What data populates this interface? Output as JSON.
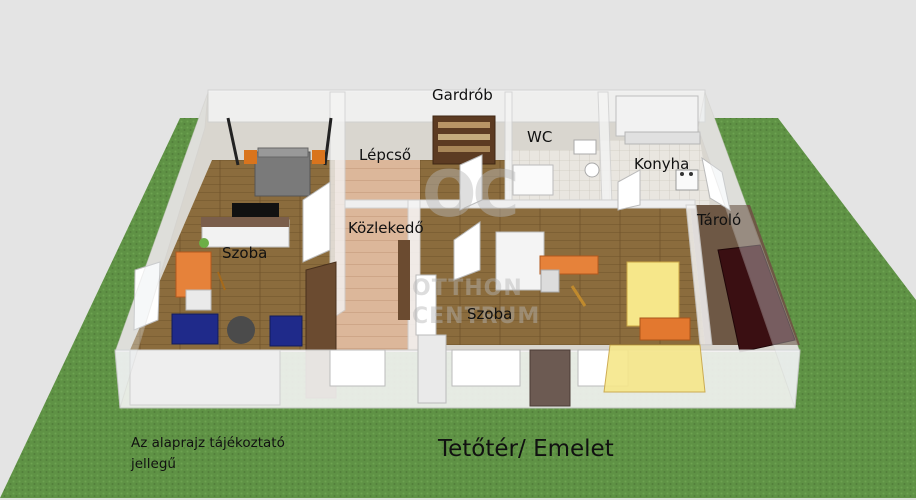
{
  "caption": "Tetőtér/ Emelet",
  "disclaimer_line1": "Az alaprajz tájékoztató",
  "disclaimer_line2": "jellegű",
  "rooms": {
    "gardrob": "Gardrób",
    "wc": "WC",
    "lepcso": "Lépcső",
    "konyha": "Konyha",
    "kozlekedo": "Közlekedő",
    "szoba_left": "Szoba",
    "szoba_center": "Szoba",
    "tarolo": "Tároló"
  },
  "watermark": {
    "logo": "OC",
    "line1": "OTTHON",
    "line2": "CENTRUM"
  },
  "colors": {
    "grass": "#5d8f43",
    "wood_floor": "#8a6b3a",
    "wall": "#f2f2f2",
    "background": "#e4e4e4"
  }
}
